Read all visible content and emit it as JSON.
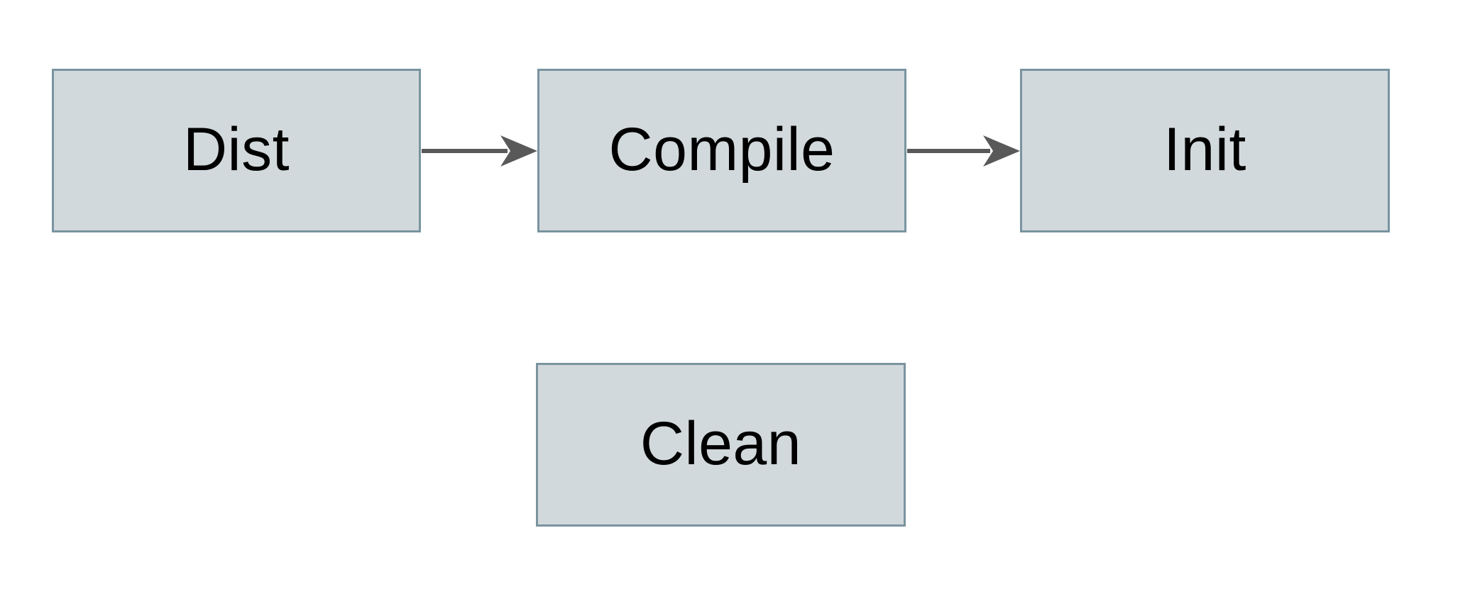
{
  "diagram": {
    "type": "flowchart",
    "background_color": "#ffffff",
    "colors": {
      "node_fill": "#d2d9dc",
      "node_border": "#7a94a0",
      "arrow": "#595959",
      "text": "#000000"
    },
    "nodes": [
      {
        "id": "dist",
        "label": "Dist"
      },
      {
        "id": "compile",
        "label": "Compile"
      },
      {
        "id": "init",
        "label": "Init"
      },
      {
        "id": "clean",
        "label": "Clean"
      }
    ],
    "edges": [
      {
        "from": "Dist",
        "to": "Compile",
        "style": "arrow-right"
      },
      {
        "from": "Compile",
        "to": "Init",
        "style": "arrow-right"
      }
    ]
  }
}
